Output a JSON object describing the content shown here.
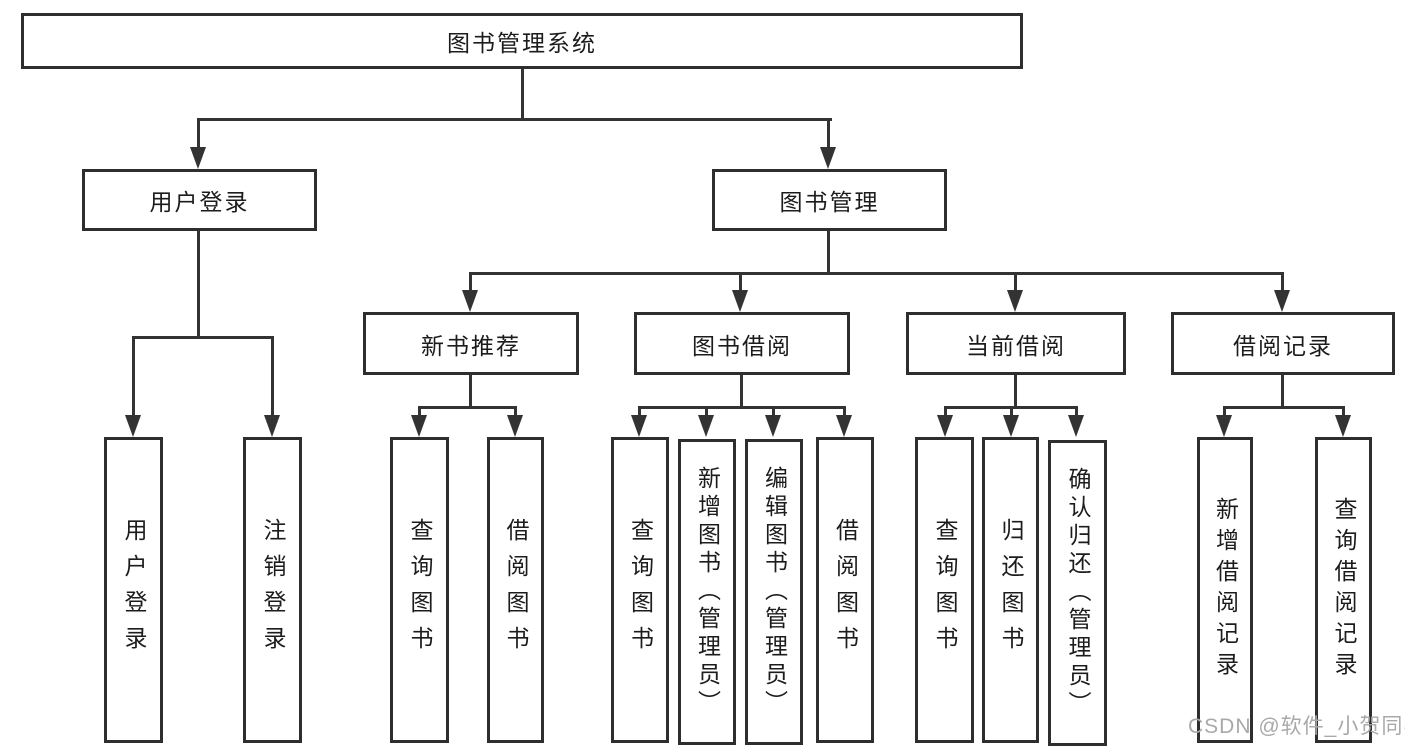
{
  "tree": {
    "label": "图书管理系统",
    "children": [
      {
        "label": "用户登录",
        "children": [
          {
            "label": "用户登录"
          },
          {
            "label": "注销登录"
          }
        ]
      },
      {
        "label": "图书管理",
        "children": [
          {
            "label": "新书推荐",
            "children": [
              {
                "label": "查询图书"
              },
              {
                "label": "借阅图书"
              }
            ]
          },
          {
            "label": "图书借阅",
            "children": [
              {
                "label": "查询图书"
              },
              {
                "label": "新增图书（管理员）"
              },
              {
                "label": "编辑图书（管理员）"
              },
              {
                "label": "借阅图书"
              }
            ]
          },
          {
            "label": "当前借阅",
            "children": [
              {
                "label": "查询图书"
              },
              {
                "label": "归还图书"
              },
              {
                "label": "确认归还（管理员）"
              }
            ]
          },
          {
            "label": "借阅记录",
            "children": [
              {
                "label": "新增借阅记录"
              },
              {
                "label": "查询借阅记录"
              }
            ]
          }
        ]
      }
    ]
  },
  "watermark": "CSDN @软件_小贺同学",
  "colors": {
    "line": "#333333",
    "border": "#2e2e2e",
    "text": "#1c1c1c",
    "watermark": "#a9a9a9",
    "background": "#ffffff"
  }
}
